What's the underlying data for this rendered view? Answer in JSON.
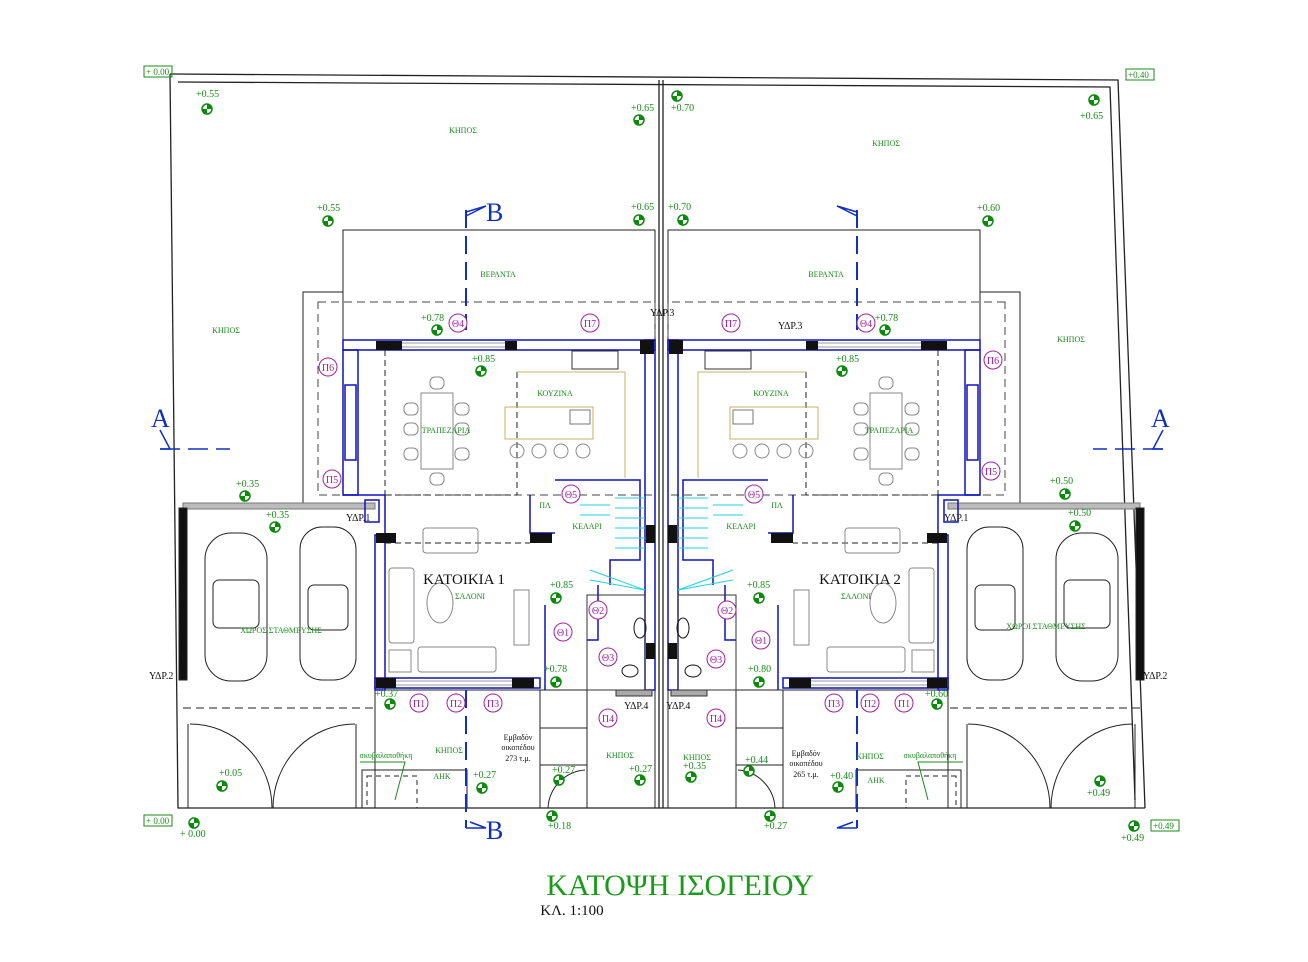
{
  "title": "ΚΑΤΟΨΗ ΙΣΟΓΕΙΟΥ",
  "scale": "ΚΛ. 1:100",
  "houses": [
    "ΚΑΤΟΙΚΙΑ 1",
    "ΚΑΤΟΙΚΙΑ 2"
  ],
  "room_labels": [
    "ΚΗΠΟΣ",
    "ΚΗΠΟΣ",
    "ΚΗΠΟΣ",
    "ΚΗΠΟΣ",
    "ΒΕΡΑΝΤΑ",
    "ΒΕΡΑΝΤΑ",
    "ΚΟΥΖΙΝΑ",
    "ΚΟΥΖΙΝΑ",
    "ΤΡΑΠΕΖΑΡΙΑ",
    "ΤΡΑΠΕΖΑΡΙΑ",
    "ΣΑΛΟΝΙ",
    "ΣΑΛΟΝΙ",
    "ΚΕΛΑΡΙ",
    "ΚΕΛΑΡΙ",
    "ΠΛ",
    "ΠΛ",
    "ΧΩΡΟΣ ΣΤΑΘΜΕΥΣΗΣ",
    "ΧΩΡΟΙ ΣΤΑΘΜΕΥΣΗΣ",
    "ΚΗΠΟΣ",
    "ΚΗΠΟΣ",
    "ΚΗΠΟΣ",
    "ΚΗΠΟΣ",
    "ΑΗΚ",
    "ΑΗΚ",
    "σκυβαλαποθήκη",
    "σκυβαλαποθήκη"
  ],
  "elevations": [
    "+0.55",
    "+0.65",
    "+0.70",
    "+0.65",
    "+0.55",
    "+0.65",
    "+0.70",
    "+0.60",
    "+0.78",
    "+0.78",
    "+0.85",
    "+0.85",
    "+0.35",
    "+0.35",
    "+0.50",
    "+0.50",
    "+0.85",
    "+0.85",
    "+0.78",
    "+0.80",
    "+0.37",
    "+0.60",
    "+0.05",
    "+0.27",
    "+0.27",
    "+0.27",
    "+0.35",
    "+0.44",
    "+0.40",
    "+0.49",
    "+0.18",
    "+0.27",
    "+ 0.00",
    "+0.49"
  ],
  "boxed_elevations": [
    "+ 0.00",
    "+0.40",
    "+ 0.00",
    "+0.49"
  ],
  "tags": [
    "Θ4",
    "Π7",
    "Π7",
    "Θ4",
    "Π6",
    "Π6",
    "Π5",
    "Π5",
    "Θ5",
    "Θ5",
    "Θ2",
    "Θ2",
    "Θ1",
    "Θ1",
    "Θ3",
    "Θ3",
    "Π1",
    "Π2",
    "Π3",
    "Π3",
    "Π2",
    "Π1",
    "Π4",
    "Π4"
  ],
  "utility_labels": [
    "ΥΔΡ.3",
    "ΥΔΡ.3",
    "ΥΔΡ.1",
    "ΥΔΡ.1",
    "ΥΔΡ.2",
    "ΥΔΡ.2",
    "ΥΔΡ.4",
    "ΥΔΡ.4"
  ],
  "plot_areas": [
    {
      "line1": "Εμβαδόν",
      "line2": "οικοπέδου",
      "line3": "273 τ.μ."
    },
    {
      "line1": "Εμβαδόν",
      "line2": "οικοπέδου",
      "line3": "265 τ.μ."
    }
  ],
  "section_markers": [
    "A",
    "A",
    "B",
    "B"
  ],
  "colors": {
    "annotation": "#1a8a1a",
    "tag": "#a020a0",
    "wall": "#1010c0",
    "section": "#1030c0",
    "stair": "#20d0e0"
  }
}
